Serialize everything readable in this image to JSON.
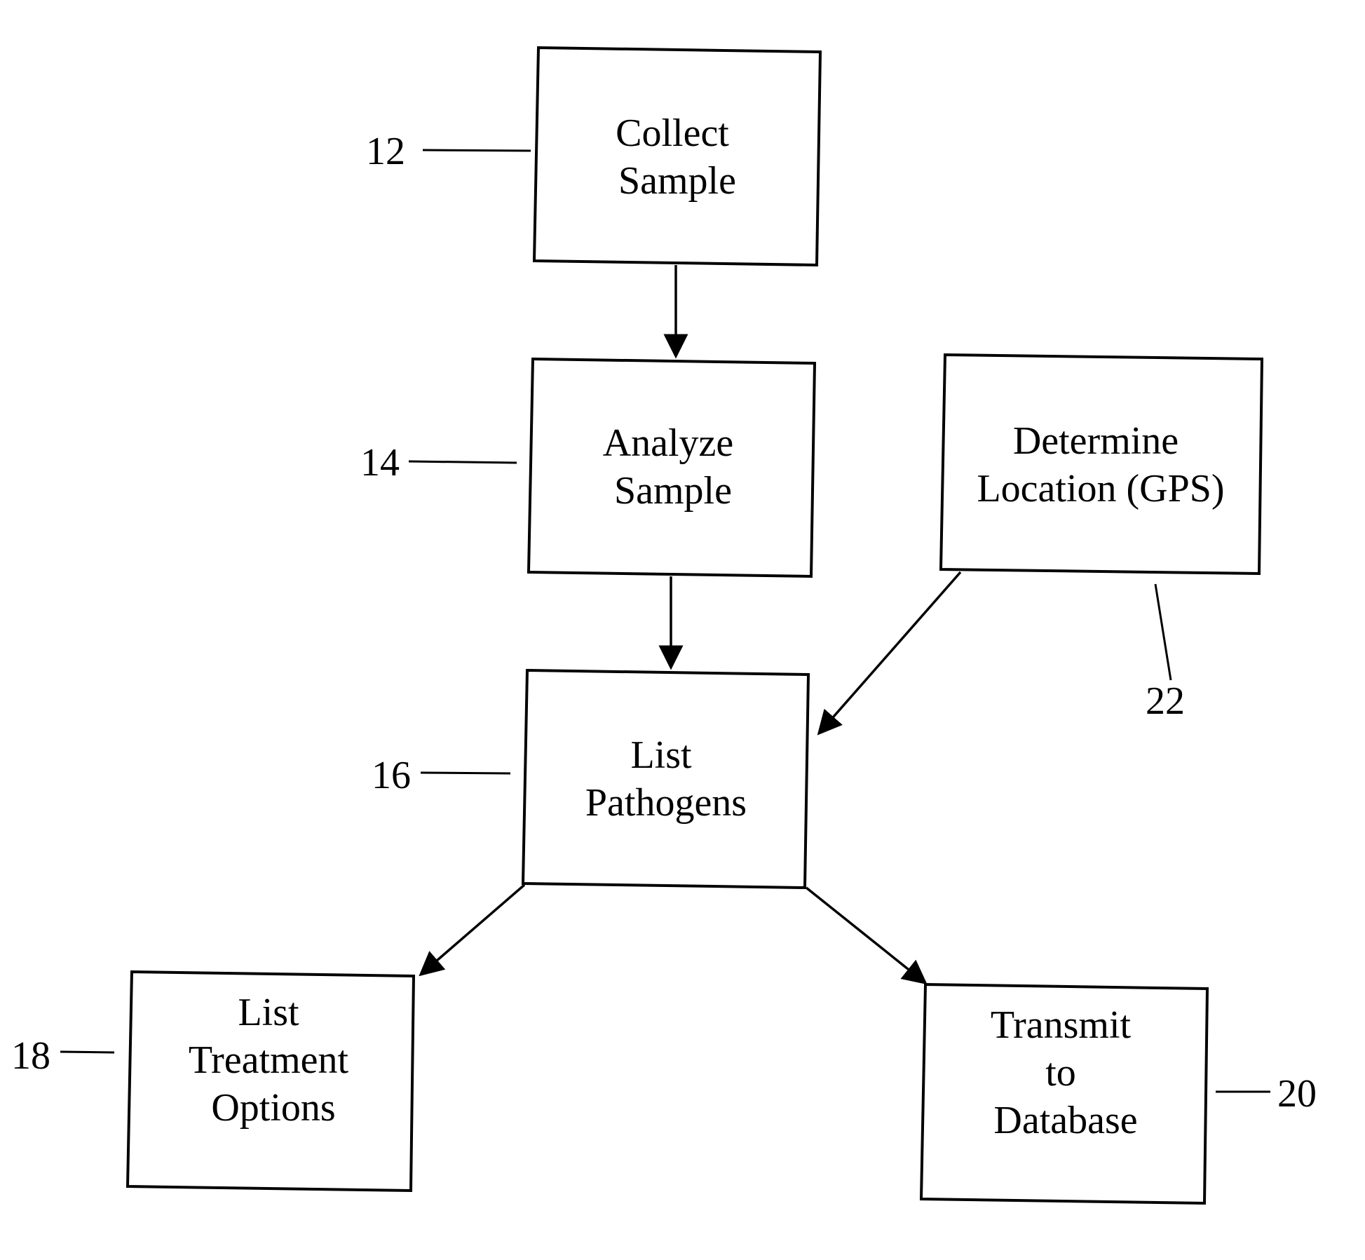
{
  "diagram": {
    "steps": {
      "collect": {
        "lines": [
          "Collect",
          "Sample"
        ],
        "ref": "12"
      },
      "analyze": {
        "lines": [
          "Analyze",
          "Sample"
        ],
        "ref": "14"
      },
      "location": {
        "lines": [
          "Determine",
          "Location (GPS)"
        ],
        "ref": "22"
      },
      "pathogens": {
        "lines": [
          "List",
          "Pathogens"
        ],
        "ref": "16"
      },
      "treatment": {
        "lines": [
          "List",
          "Treatment",
          "Options"
        ],
        "ref": "18"
      },
      "transmit": {
        "lines": [
          "Transmit",
          "to",
          "Database"
        ],
        "ref": "20"
      }
    },
    "connections": [
      {
        "from": "collect",
        "to": "analyze"
      },
      {
        "from": "analyze",
        "to": "pathogens"
      },
      {
        "from": "location",
        "to": "pathogens"
      },
      {
        "from": "pathogens",
        "to": "treatment"
      },
      {
        "from": "pathogens",
        "to": "transmit"
      }
    ],
    "colors": {
      "stroke": "#000000",
      "background": "#ffffff"
    }
  }
}
